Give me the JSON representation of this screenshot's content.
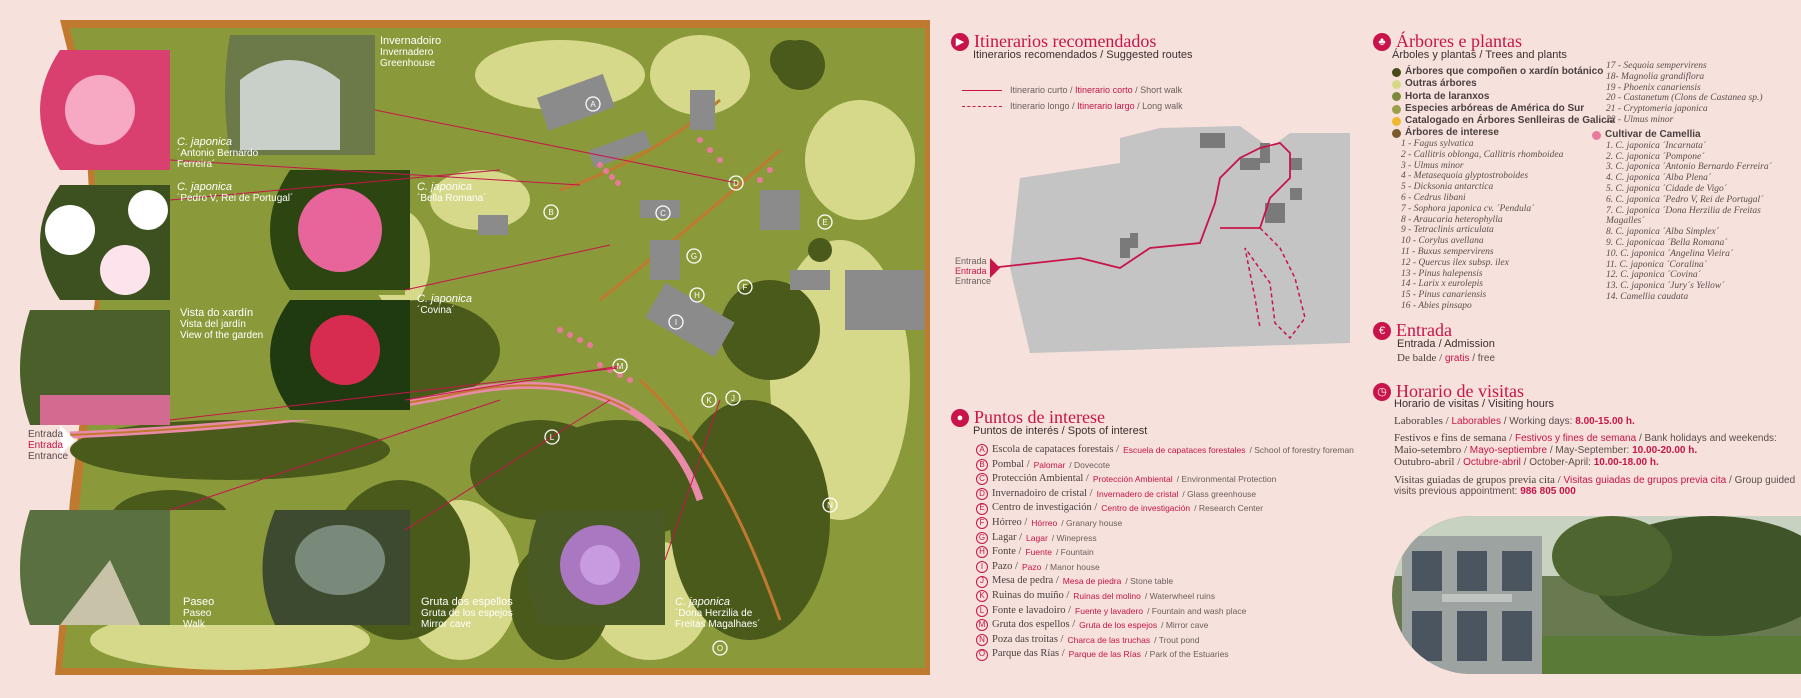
{
  "map_labels": {
    "photos": [
      {
        "title": "Invernadoiro",
        "es": "Invernadero",
        "en": "Greenhouse"
      },
      {
        "title": "C. japonica",
        "sub": "´Antonio Bernardo Ferreira´"
      },
      {
        "title": "C. japonica",
        "sub": "´Pedro V, Rei de Portugal´"
      },
      {
        "title": "C. japonica",
        "sub": "´Bella Romana´"
      },
      {
        "title": "Vista do xardín",
        "es": "Vista del jardín",
        "en": "View of the garden"
      },
      {
        "title": "C. japonica",
        "sub": "´Covina´"
      },
      {
        "title": "Paseo",
        "es": "Paseo",
        "en": "Walk"
      },
      {
        "title": "Gruta dos espellos",
        "es": "Gruta de los espejos",
        "en": "Mirror cave"
      },
      {
        "title": "C. japonica",
        "sub": "´Dona Herzilia de Freitas Magalhaes´"
      }
    ],
    "entrance": {
      "gl": "Entrada",
      "es": "Entrada",
      "en": "Entrance"
    }
  },
  "itineraries": {
    "title": "Itinerarios recomendados",
    "subtitle": "Itinerarios recomendados / Suggested routes",
    "short": {
      "gl": "Itinerario curto /",
      "es": "Itinerario corto",
      "en": "/ Short walk"
    },
    "long": {
      "gl": "Itinerario longo /",
      "es": "Itinerario largo",
      "en": "/ Long walk"
    },
    "entrance": {
      "gl": "Entrada",
      "es": "Entrada",
      "en": "Entrance"
    }
  },
  "points": {
    "title": "Puntos de interese",
    "subtitle": "Puntos de interés / Spots of interest",
    "items": [
      {
        "letter": "A",
        "gl": "Escola de capataces forestais /",
        "es": "Escuela de capataces forestales",
        "en": "/ School of forestry foreman"
      },
      {
        "letter": "B",
        "gl": "Pombal /",
        "es": "Palomar",
        "en": "/ Dovecote"
      },
      {
        "letter": "C",
        "gl": "Protección Ambiental /",
        "es": "Protección Ambiental",
        "en": "/ Environmental Protection"
      },
      {
        "letter": "D",
        "gl": "Invernadoiro de cristal /",
        "es": "Invernadero de cristal",
        "en": "/ Glass greenhouse"
      },
      {
        "letter": "E",
        "gl": "Centro de investigación /",
        "es": "Centro de investigación",
        "en": "/ Research Center"
      },
      {
        "letter": "F",
        "gl": "Hórreo /",
        "es": "Hórreo",
        "en": "/ Granary house"
      },
      {
        "letter": "G",
        "gl": "Lagar /",
        "es": "Lagar",
        "en": "/ Winepress"
      },
      {
        "letter": "H",
        "gl": "Fonte /",
        "es": "Fuente",
        "en": "/ Fountain"
      },
      {
        "letter": "I",
        "gl": "Pazo /",
        "es": "Pazo",
        "en": "/ Manor house"
      },
      {
        "letter": "J",
        "gl": "Mesa de pedra /",
        "es": "Mesa de piedra",
        "en": "/ Stone table"
      },
      {
        "letter": "K",
        "gl": "Ruinas do muíño /",
        "es": "Ruinas del molino",
        "en": "/ Waterwheel ruins"
      },
      {
        "letter": "L",
        "gl": "Fonte e lavadoiro /",
        "es": "Fuente y lavadero",
        "en": "/ Fountain and wash place"
      },
      {
        "letter": "M",
        "gl": "Gruta dos espellos /",
        "es": "Gruta de los espejos",
        "en": "/ Mirror cave"
      },
      {
        "letter": "N",
        "gl": "Poza das troitas /",
        "es": "Charca de las truchas",
        "en": "/ Trout pond"
      },
      {
        "letter": "O",
        "gl": "Parque das Rías /",
        "es": "Parque de las Rías",
        "en": "/ Park of the Estuaries"
      }
    ]
  },
  "trees": {
    "title": "Árbores e plantas",
    "subtitle": "Árboles y plantas / Trees and plants",
    "categories": [
      {
        "label": "Árbores que compoñen o xardín botánico",
        "color": "#4a4a1a"
      },
      {
        "label": "Outras árbores",
        "color": "#d6d98a"
      },
      {
        "label": "Horta de laranxos",
        "color": "#7a8a3a"
      },
      {
        "label": "Especies arbóreas de América do Sur",
        "color": "#9aa04a"
      },
      {
        "label": "Catalogado en Árbores Senlleiras de Galicia",
        "color": "#f0b830"
      },
      {
        "label": "Árbores de interese",
        "color": "#7a5a2a"
      }
    ],
    "list1": [
      "1 - Fagus sylvatica",
      "2 - Callitris oblonga, Callitris rhomboidea",
      "3 - Ulmus minor",
      "4 - Metasequoia glyptostroboides",
      "5 - Dicksonia antarctica",
      "6 - Cedrus libani",
      "7 - Sophora japonica cv. ´Pendula´",
      "8 - Araucaria heterophylla",
      "9 - Tetraclinis articulata",
      "10 - Corylus avellana",
      "11 - Buxus sempervirens",
      "12 - Quercus ilex subsp. ilex",
      "13 - Pinus halepensis",
      "14 - Larix x eurolepis",
      "15 - Pinus canariensis",
      "16 - Abies pinsapo"
    ],
    "list2": [
      "17 - Sequoia sempervirens",
      "18- Magnolia grandiflora",
      "19 - Phoenix canariensis",
      "20 - Castanetum (Clons de Castanea sp.)",
      "21 - Cryptomeria japonica",
      "22 - Ulmus minor"
    ],
    "camellia_title": "Cultivar de Camellia",
    "camellia_color": "#e87a9a",
    "camellia": [
      "1. C. japonica ´Incarnata´",
      "2. C. japonica ´Pompone´",
      "3. C. japonica ´Antonio Bernardo Ferreira´",
      "4. C. japonica ´Alba Plena´",
      "5. C. japonica ´Cidade de Vigo´",
      "6. C. japonica ´Pedro V, Rei de Portugal´",
      "7. C. japonica ´Dona Herzilia de Freitas Magalles´",
      "8. C. japonica ´Alba Simplex´",
      "9. C. japonicaa ´Bella Romana´",
      "10. C. japonica ´Angelina Vieira´",
      "11. C. japonica ´Coralina´",
      "12. C. japonica ´Covina´",
      "13. C. japonica ´Jury´s Yellow´",
      "14. Camellia caudata"
    ]
  },
  "entry": {
    "title": "Entrada",
    "subtitle": "Entrada / Admission",
    "gl": "De balde /",
    "es": "gratis",
    "en": "/ free"
  },
  "hours": {
    "title": "Horario de visitas",
    "subtitle": "Horario de visitas / Visiting hours",
    "weekdays": {
      "gl": "Laborables /",
      "es": "Laborables",
      "en": "/ Working days:",
      "time": "8.00-15.00 h."
    },
    "weekends": {
      "gl": "Festivos e fins de semana /",
      "es": "Festivos y fines de semana",
      "en": "/ Bank holidays and weekends:"
    },
    "summer": {
      "gl": "Maio-setembro /",
      "es": "Mayo-septiembre",
      "en": "/ May-September:",
      "time": "10.00-20.00 h."
    },
    "winter": {
      "gl": "Outubro-abril /",
      "es": "Octubre-abril",
      "en": "/ October-April:",
      "time": "10.00-18.00 h."
    },
    "guided": {
      "gl": "Visitas guiadas de grupos previa cita /",
      "es": "Visitas guiadas de grupos previa cita",
      "en": "/ Group guided"
    },
    "guided2": {
      "en": "visits previous appointment:",
      "phone": "986 805 000"
    }
  },
  "colors": {
    "accent": "#c8144a",
    "background": "#f6e1dc",
    "map_grass": "#8a9a3a",
    "map_trees": "#4a5a1a",
    "map_light": "#d6d98a",
    "map_path": "#c07a30"
  }
}
